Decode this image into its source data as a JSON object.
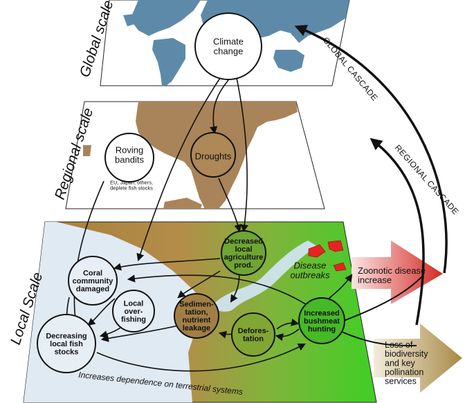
{
  "scales": {
    "global": "Global scale",
    "regional": "Regional scale",
    "local": "Local Scale"
  },
  "cascades": {
    "global": "GLOBAL CASCADE",
    "regional": "REGIONAL CASCADE"
  },
  "nodes": {
    "climate_change": [
      "Climate",
      "change"
    ],
    "roving_bandits": [
      "Roving",
      "bandits"
    ],
    "roving_note": [
      "EU, Japan, others,",
      "deplete fish stocks"
    ],
    "droughts": [
      "Droughts"
    ],
    "decreased_agri": [
      "Decreased",
      "local",
      "agriculture",
      "prod."
    ],
    "coral": [
      "Coral",
      "community",
      "damaged"
    ],
    "local_overfishing": [
      "Local",
      "over-",
      "fishing"
    ],
    "sedimentation": [
      "Sedimen-",
      "tation,",
      "nutrient",
      "leakage"
    ],
    "deforestation": [
      "Defores-",
      "tation"
    ],
    "bushmeat": [
      "Increased",
      "bushmeat",
      "hunting"
    ],
    "fish_stocks": [
      "Decreasing",
      "local fish",
      "stocks"
    ]
  },
  "labels": {
    "disease_outbreaks": [
      "Disease",
      "outbreaks"
    ],
    "zoonotic": [
      "Zoonotic disease",
      "increase"
    ],
    "biodiversity": [
      "Loss of",
      "biodiversity",
      "and key",
      "pollination",
      "services"
    ],
    "terrestrial": "Increases dependence on terrestrial systems"
  },
  "colors": {
    "ocean": "#ffffff",
    "land_global": "#5e8aa9",
    "land_regional": "#a9845a",
    "local_water": "#dfeaf3",
    "local_brown": "#b08947",
    "local_green": "#46c22c",
    "red_arrow": "#d8332f",
    "tan_arrow": "#b79a59"
  }
}
